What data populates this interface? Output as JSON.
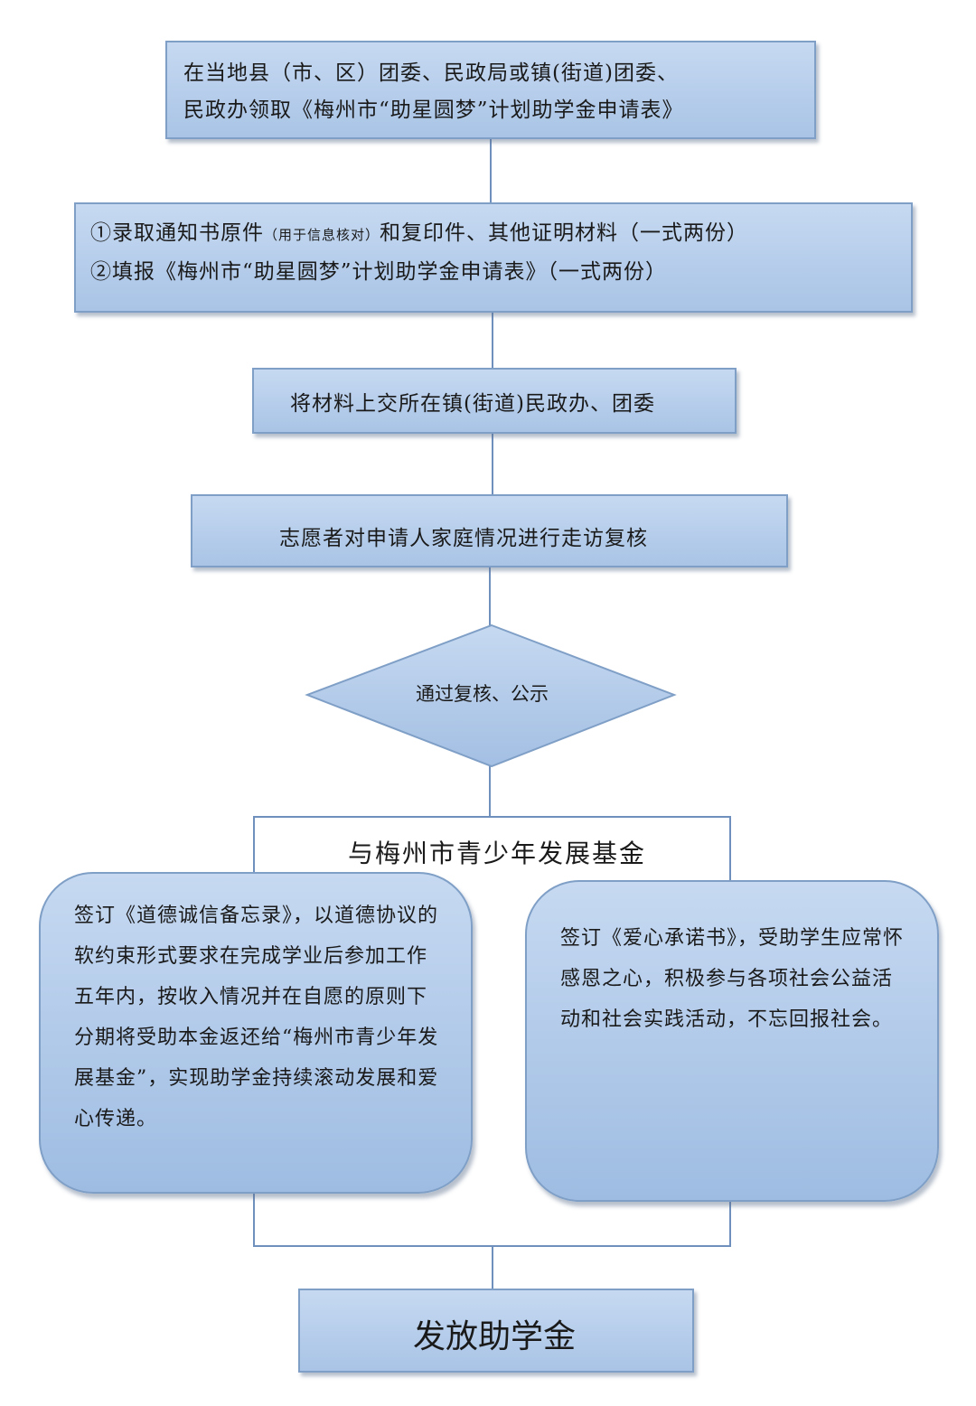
{
  "steps": {
    "step1": {
      "line1": "在当地县（市、区）团委、民政局或镇(街道)团委、",
      "line2": "民政办领取《梅州市“助星圆梦”计划助学金申请表》"
    },
    "step2": {
      "line1_main": "①录取通知书原件",
      "line1_small": "（用于信息核对）",
      "line1_rest": "和复印件、其他证明材料（一式两份）",
      "line2": "②填报《梅州市“助星圆梦”计划助学金申请表》（一式两份）"
    },
    "step3": "将材料上交所在镇(街道)民政办、团委",
    "step4": "志愿者对申请人家庭情况进行走访复核",
    "decision": "通过复核、公示",
    "branch_label": "与梅州市青少年发展基金",
    "left_card": "签订《道德诚信备忘录》，以道德协议的软约束形式要求在完成学业后参加工作五年内，按收入情况并在自愿的原则下分期将受助本金返还给“梅州市青少年发展基金”，实现助学金持续滚动发展和爱心传递。",
    "right_card": "签订《爱心承诺书》，受助学生应常怀感恩之心，积极参与各项社会公益活动和社会实践活动，不忘回报社会。",
    "final": "发放助学金"
  },
  "colors": {
    "box_top": "#c6d9f1",
    "box_bottom": "#a9c4e6",
    "border": "#7f9fc6",
    "connector": "#6f8fbd"
  }
}
